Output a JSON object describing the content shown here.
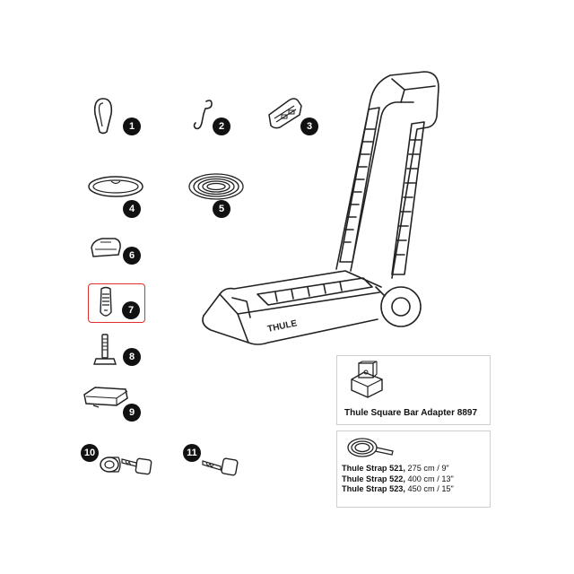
{
  "parts": [
    {
      "number": "1",
      "icon": "carabiner-icon"
    },
    {
      "number": "2",
      "icon": "s-hook-icon"
    },
    {
      "number": "3",
      "icon": "buckle-clip-icon"
    },
    {
      "number": "4",
      "icon": "rubber-band-icon"
    },
    {
      "number": "5",
      "icon": "coiled-rope-icon"
    },
    {
      "number": "6",
      "icon": "end-cap-icon"
    },
    {
      "number": "7",
      "icon": "strap-ratchet-icon"
    },
    {
      "number": "8",
      "icon": "t-bolt-icon"
    },
    {
      "number": "9",
      "icon": "mount-pad-icon"
    },
    {
      "number": "10",
      "icon": "lock-cylinder-and-key-icon"
    },
    {
      "number": "11",
      "icon": "key-icon"
    }
  ],
  "highlighted_part": "7",
  "main_product_logo": "THULE",
  "adapter_box": {
    "title": "Thule Square Bar Adapter 8897"
  },
  "strap_box": {
    "lines": [
      {
        "name": "Thule Strap 521,",
        "spec": " 275 cm / 9\""
      },
      {
        "name": "Thule Strap 522,",
        "spec": " 400 cm / 13\""
      },
      {
        "name": "Thule Strap 523,",
        "spec": " 450 cm / 15\""
      }
    ]
  },
  "colors": {
    "highlight": "#e0302e",
    "badge": "#111111",
    "line": "#222222"
  }
}
